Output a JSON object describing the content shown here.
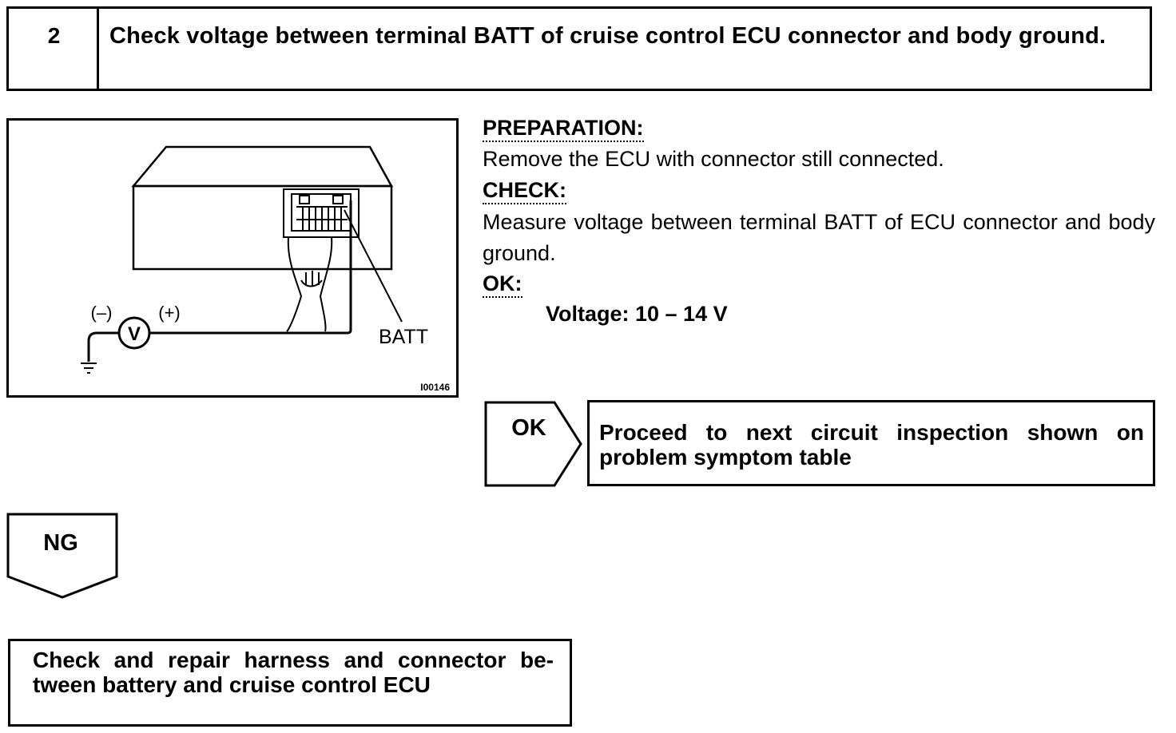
{
  "step": {
    "number": "2",
    "title": "Check voltage between terminal BATT of cruise control ECU connector and body ground."
  },
  "illustration": {
    "negative_label": "(–)",
    "positive_label": "(+)",
    "meter_symbol": "V",
    "terminal_label": "BATT",
    "figure_code": "I00146",
    "icons": [
      "ecu-unit-icon",
      "connector-icon",
      "voltmeter-icon",
      "ground-icon"
    ]
  },
  "procedure": {
    "preparation_heading": "PREPARATION:",
    "preparation_text": "Remove the ECU with connector still connected.",
    "check_heading": "CHECK:",
    "check_text": "Measure voltage between terminal BATT of ECU connector and body ground.",
    "ok_heading": "OK:",
    "ok_spec": "Voltage: 10 – 14 V"
  },
  "results": {
    "ok_label": "OK",
    "ok_action": "Proceed to next circuit inspection shown on problem symptom table",
    "ng_label": "NG",
    "ng_action": "Check and repair harness and connector be-tween battery and cruise control ECU"
  }
}
